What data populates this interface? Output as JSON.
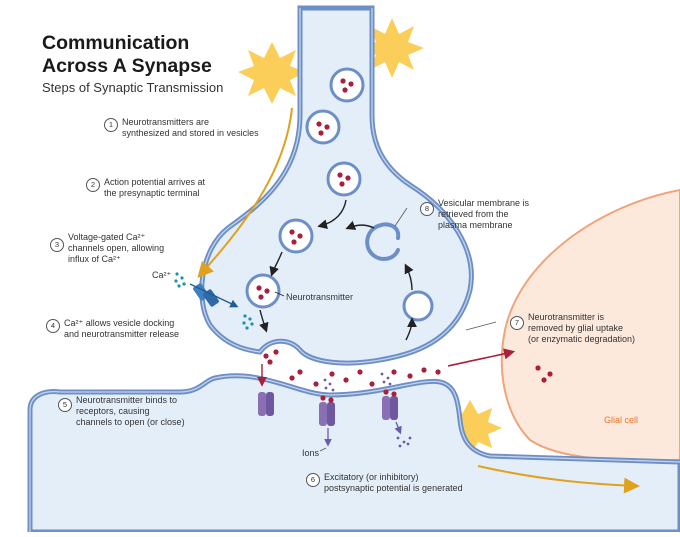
{
  "header": {
    "title_line1": "Communication",
    "title_line2": "Across A Synapse",
    "subtitle": "Steps of Synaptic Transmission"
  },
  "steps": [
    {
      "num": "1",
      "text": [
        "Neurotransmitters are",
        "synthesized and stored in vesicles"
      ]
    },
    {
      "num": "2",
      "text": [
        "Action potential arrives at",
        "the presynaptic terminal"
      ]
    },
    {
      "num": "3",
      "text": [
        "Voltage-gated Ca²⁺",
        "channels open, allowing",
        "influx of Ca²⁺"
      ]
    },
    {
      "num": "4",
      "text": [
        "Ca²⁺ allows vesicle docking",
        "and neurotransmitter release"
      ]
    },
    {
      "num": "5",
      "text": [
        "Neurotransmitter binds to",
        "receptors, causing",
        "channels to open (or close)"
      ]
    },
    {
      "num": "6",
      "text": [
        "Excitatory (or inhibitory)",
        "postsynaptic potential is generated"
      ]
    },
    {
      "num": "7",
      "text": [
        "Neurotransmitter is",
        "removed by glial uptake",
        "(or enzymatic degradation)"
      ]
    },
    {
      "num": "8",
      "text": [
        "Vesicular membrane is",
        "retrieved from the",
        "plasma membrane"
      ]
    }
  ],
  "labels": {
    "ca_ion": "Ca²⁺",
    "neurotransmitter": "Neurotransmitter",
    "ions": "Ions",
    "glial_cell": "Glial cell"
  },
  "colors": {
    "membrane": "#6c8fc7",
    "cytoplasm": "#e4eef9",
    "vesicle_fill": "#ffffff",
    "neurotransmitter": "#a8203a",
    "receptor": "#8a6fb4",
    "glial_fill": "#fde9dc",
    "glial_border": "#f0a47a",
    "spark": "#f9c53c",
    "arrow_yellow": "#e0a21e",
    "calcium": "#1e90b0"
  }
}
